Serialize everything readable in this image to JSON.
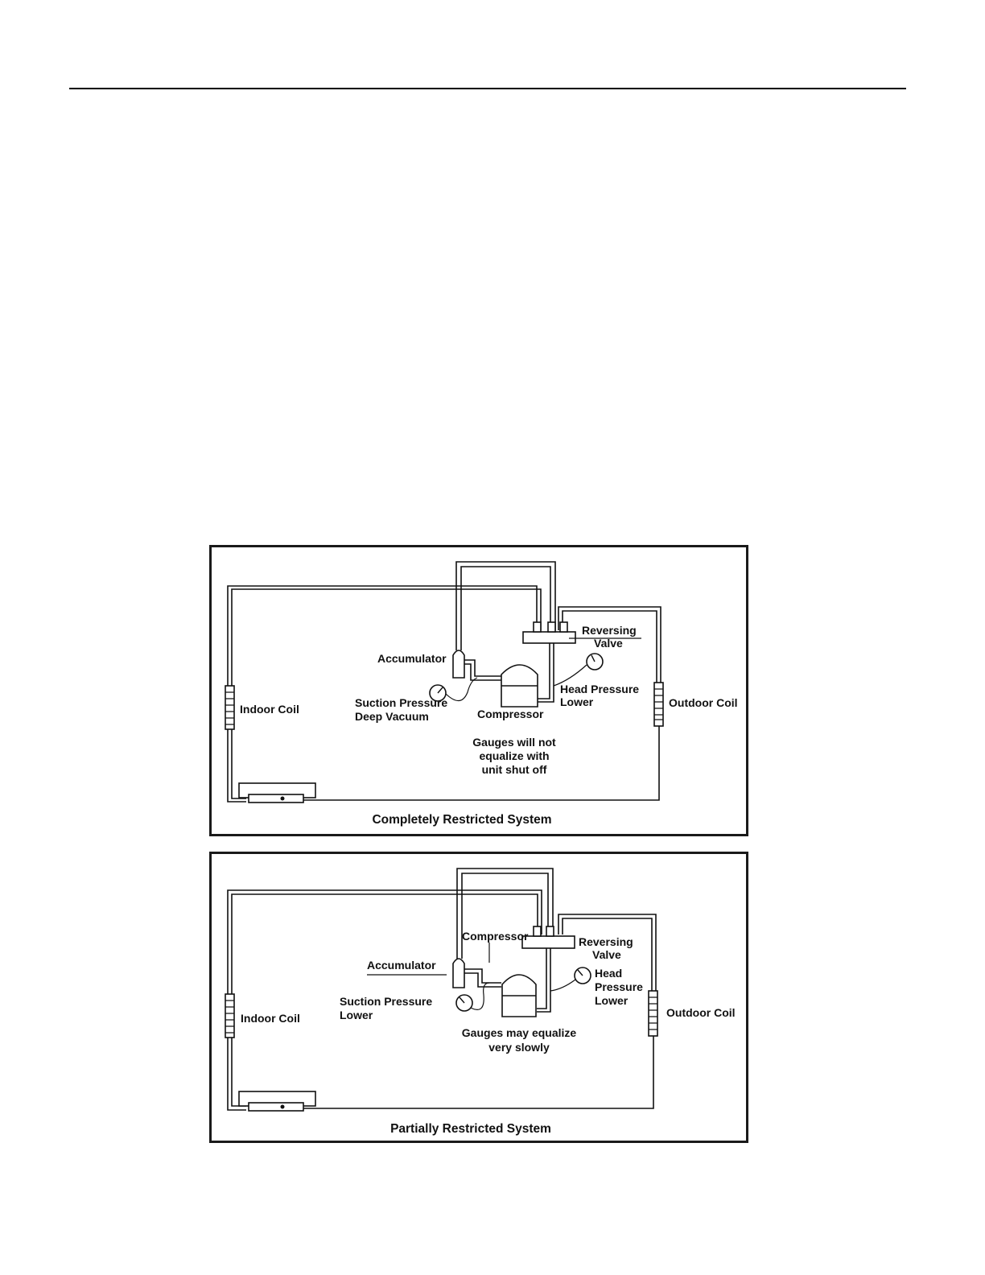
{
  "panels": [
    {
      "caption": "Completely Restricted System",
      "labels": {
        "indoor_coil": "Indoor Coil",
        "outdoor_coil": "Outdoor Coil",
        "accumulator": "Accumulator",
        "reversing_valve": [
          "Reversing",
          "Valve"
        ],
        "suction_pressure": [
          "Suction Pressure",
          "Deep Vacuum"
        ],
        "head_pressure": [
          "Head Pressure",
          "Lower"
        ],
        "compressor": "Compressor",
        "note": [
          "Gauges will not",
          "equalize with",
          "unit shut off"
        ]
      }
    },
    {
      "caption": "Partially Restricted System",
      "labels": {
        "indoor_coil": "Indoor Coil",
        "outdoor_coil": "Outdoor Coil",
        "accumulator": "Accumulator",
        "reversing_valve": [
          "Reversing",
          "Valve"
        ],
        "suction_pressure": [
          "Suction Pressure",
          "Lower"
        ],
        "head_pressure": [
          "Head",
          "Pressure",
          "Lower"
        ],
        "compressor": "Compressor",
        "note": [
          "Gauges may equalize",
          "very slowly"
        ]
      }
    }
  ]
}
